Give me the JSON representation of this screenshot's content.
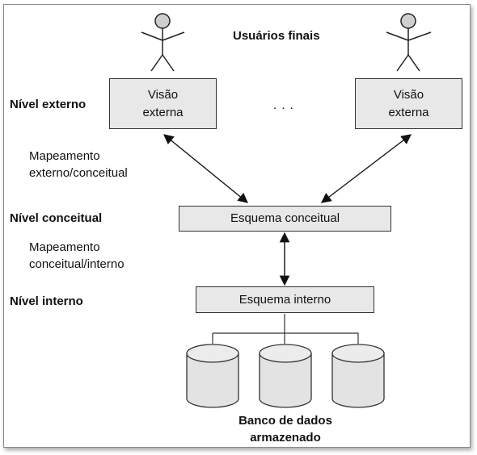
{
  "title": "Usuários finais",
  "ellipsis": ". . .",
  "levels": {
    "external": "Nível externo",
    "conceptual": "Nível conceitual",
    "internal": "Nível interno"
  },
  "mappings": {
    "ext_conc_line1": "Mapeamento",
    "ext_conc_line2": "externo/conceitual",
    "conc_int_line1": "Mapeamento",
    "conc_int_line2": "conceitual/interno"
  },
  "boxes": {
    "external_left_line1": "Visão",
    "external_left_line2": "externa",
    "external_right_line1": "Visão",
    "external_right_line2": "externa",
    "conceptual_schema": "Esquema conceitual",
    "internal_schema": "Esquema interno"
  },
  "storage": {
    "line1": "Banco de dados",
    "line2": "armazenado"
  },
  "icons": [
    "user-icon",
    "user-icon",
    "database-icon",
    "database-icon",
    "database-icon"
  ]
}
